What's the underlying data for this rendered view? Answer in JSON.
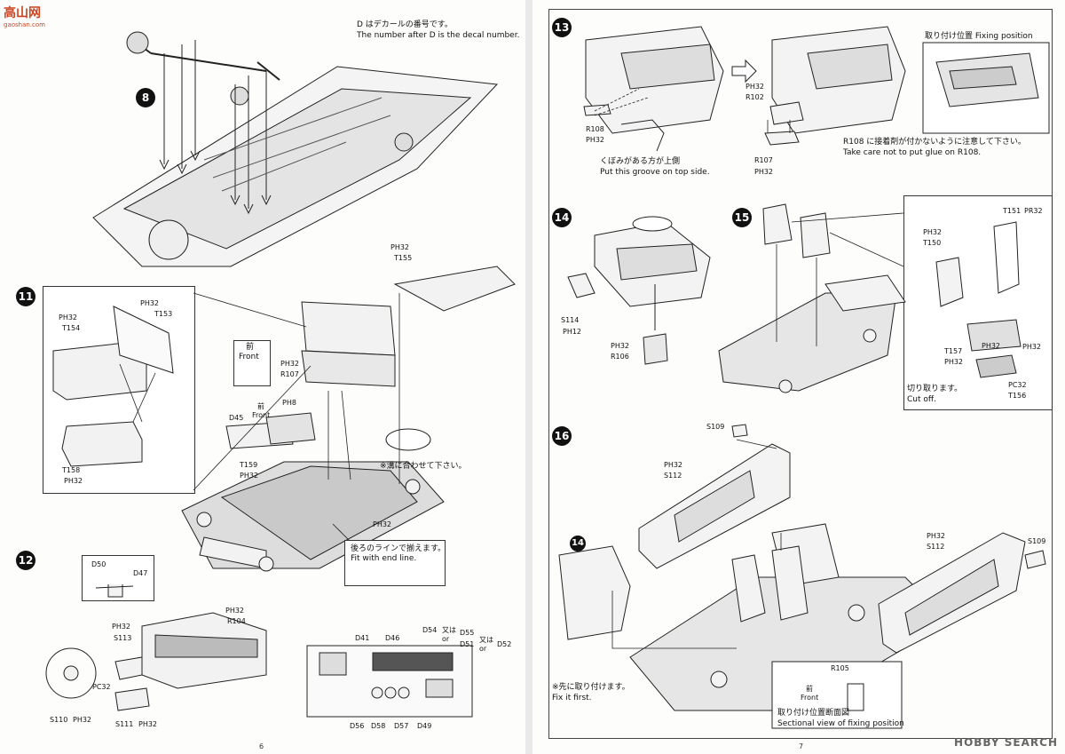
{
  "header": {
    "decal_note_jp": "D はデカールの番号です。",
    "decal_note_en": "The number after D is the decal number."
  },
  "watermark_left": {
    "main": "高山网",
    "sub": "gaoshan.com"
  },
  "watermark_right": "HOBBY SEARCH",
  "pages": {
    "left": "6",
    "right": "7"
  },
  "steps": {
    "s8": "8",
    "s11": "11",
    "s12": "12",
    "s13": "13",
    "s14": "14",
    "s15": "15",
    "s16": "16",
    "s14_ref": "14"
  },
  "step11": {
    "labels": [
      "PH32",
      "T153",
      "PH32",
      "T154",
      "T158",
      "PH32"
    ],
    "front_jp": "前",
    "front_en": "Front",
    "floor_labels": [
      "PH32",
      "T155",
      "PH32",
      "R107",
      "PH8",
      "D45",
      "T159",
      "PH32",
      "PH32"
    ],
    "groove_note": "※溝に合わせて下さい。",
    "line_note_jp": "後ろのラインで揃えます。",
    "line_note_en": "Fit with end line."
  },
  "step12": {
    "labels": [
      "D50",
      "D47",
      "PH32",
      "S113",
      "PC32",
      "S110",
      "PH32",
      "S111",
      "PH32",
      "PH32",
      "R104"
    ],
    "decals": [
      "D41",
      "D46",
      "D54",
      "又は",
      "or",
      "D55",
      "D51",
      "又は",
      "or",
      "D52",
      "D56",
      "D58",
      "D57",
      "D49"
    ]
  },
  "step13": {
    "labels": [
      "R108",
      "PH32",
      "PH32",
      "R102",
      "R107",
      "PH32"
    ],
    "groove_jp": "くぼみがある方が上側",
    "groove_en": "Put this groove on top side.",
    "fix_title": "取り付け位置 Fixing position",
    "glue_jp": "R108 に接着剤が付かないように注意して下さい。",
    "glue_en": "Take care not to put glue on R108."
  },
  "step14": {
    "labels": [
      "S114",
      "PH12",
      "PH32",
      "R106"
    ]
  },
  "step15": {
    "labels": [
      "T151",
      "PR32",
      "PH32",
      "T150",
      "PH32",
      "T157",
      "PH32",
      "PC32",
      "T156",
      "PH32"
    ],
    "cut_jp": "切り取ります。",
    "cut_en": "Cut off."
  },
  "step16": {
    "labels": [
      "S109",
      "PH32",
      "S112",
      "PH32",
      "S112",
      "S109",
      "R105"
    ],
    "first_jp": "※先に取り付けます。",
    "first_en": "Fix it first.",
    "front_jp": "前",
    "front_en": "Front",
    "sect_jp": "取り付け位置断面図",
    "sect_en": "Sectional view of fixing position"
  }
}
